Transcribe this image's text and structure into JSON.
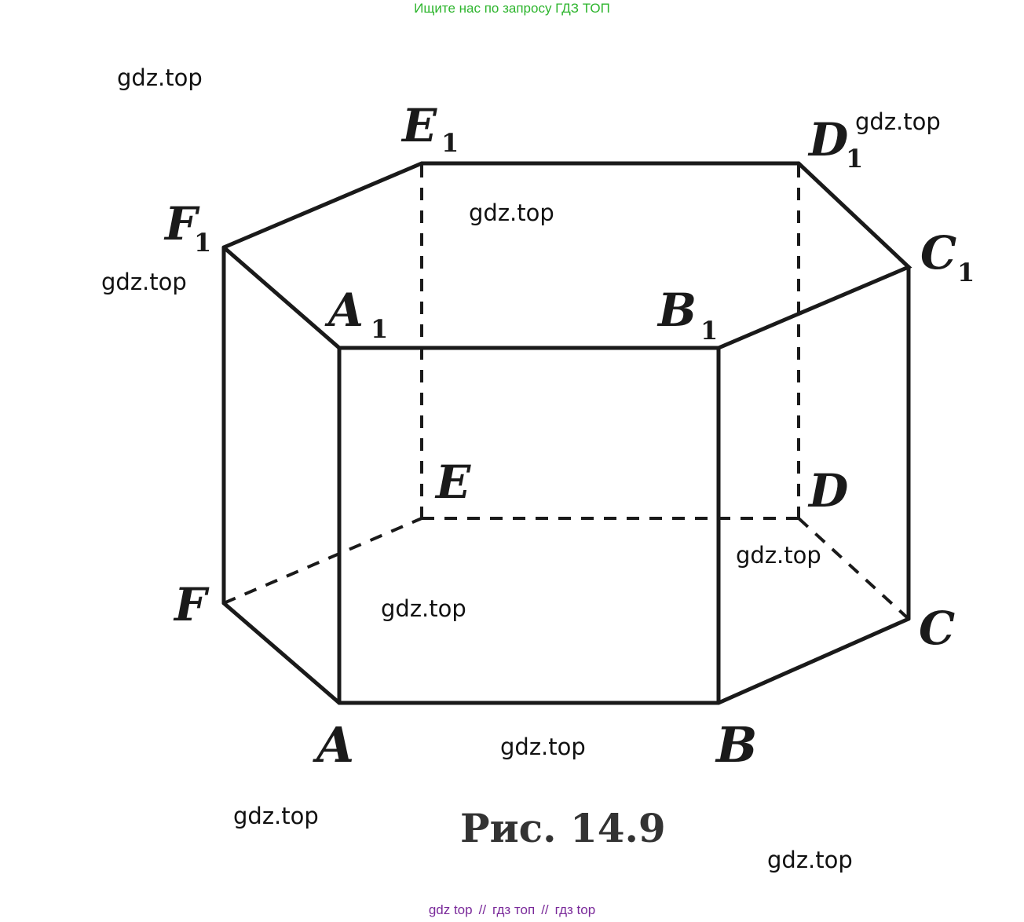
{
  "banner": {
    "top_text": "Ищите нас по запросу ГДЗ ТОП",
    "bottom_items": [
      "gdz top",
      "гдз топ",
      "гдз top"
    ],
    "separator": "//"
  },
  "figure": {
    "caption": "Рис. 14.9",
    "vertices": {
      "A": "A",
      "B": "B",
      "C": "C",
      "D": "D",
      "E": "E",
      "F": "F",
      "A1": "A",
      "B1": "B",
      "C1": "C",
      "D1": "D",
      "E1": "E",
      "F1": "F",
      "subscript": "1"
    }
  },
  "watermarks": [
    "gdz.top",
    "gdz.top",
    "gdz.top",
    "gdz.top",
    "gdz.top",
    "gdz.top",
    "gdz.top",
    "gdz.top"
  ],
  "colors": {
    "banner_top": "#2db52d",
    "banner_bottom": "#7a2a9a",
    "lines": "#1a1a1a"
  }
}
